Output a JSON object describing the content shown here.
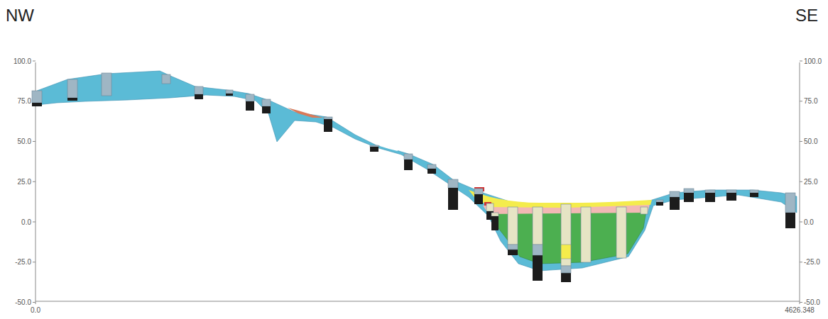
{
  "diagram": {
    "labels": [
      "NW",
      "SE",
      "100.0",
      "75.0",
      "50.0",
      "25.0",
      "0.0",
      "-25.0",
      "-50.0",
      "100.0",
      "75.0",
      "50.0",
      "25.0",
      "0.0",
      "-25.0",
      "-50.0",
      "0.0",
      "4626.348"
    ]
  }
}
